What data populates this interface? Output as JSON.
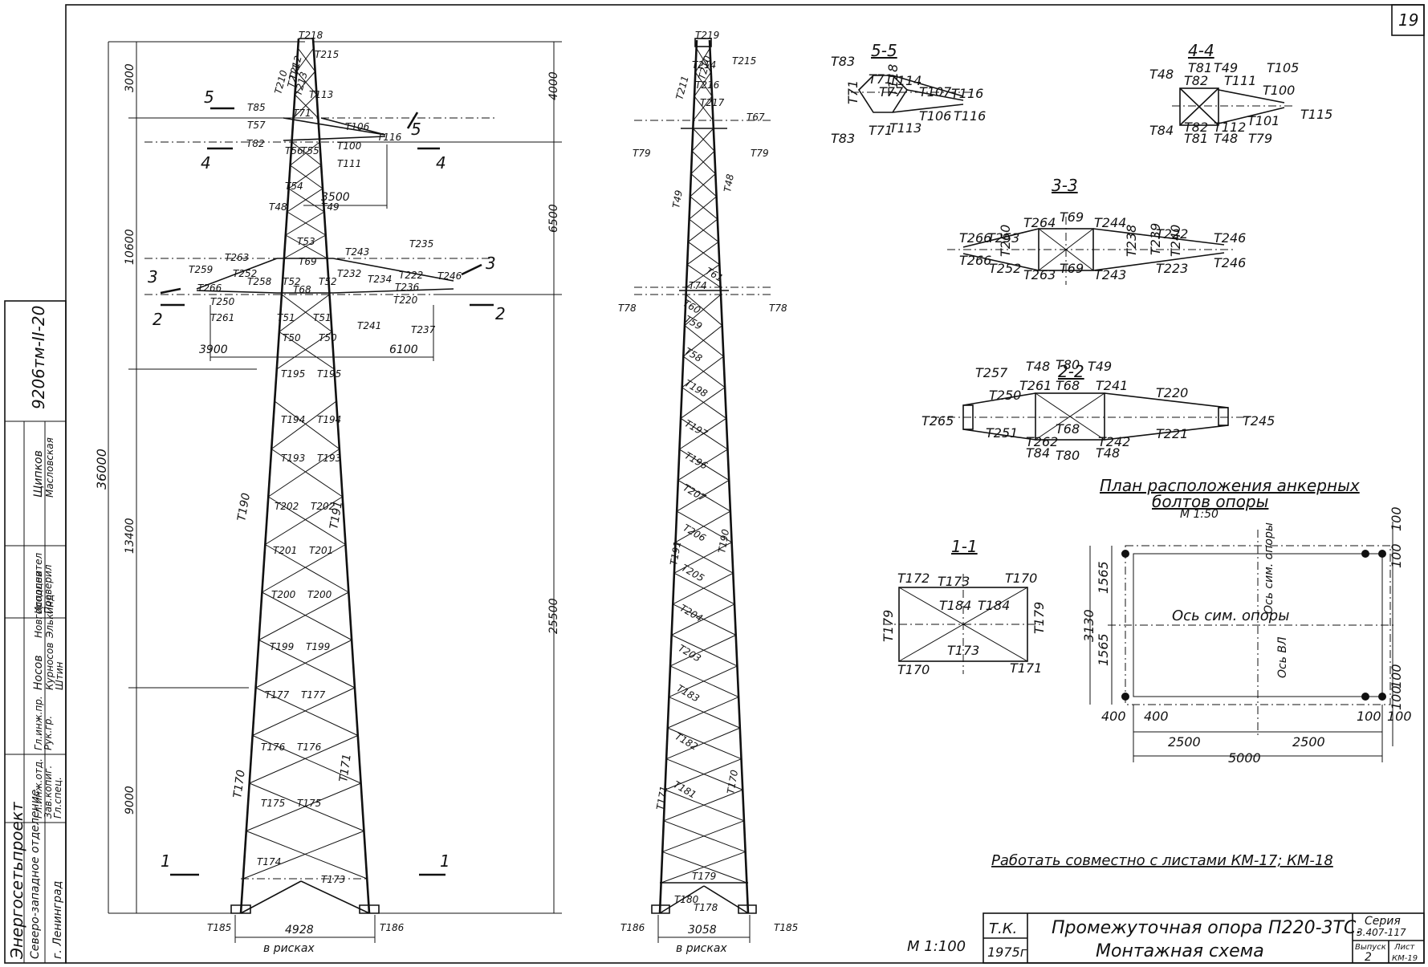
{
  "sheet": {
    "number": "19"
  },
  "left_tower": {
    "dims": [
      "3000",
      "10600",
      "36000",
      "13400",
      "9000",
      "4000",
      "6500",
      "25500",
      "3500",
      "3900",
      "6100"
    ],
    "base": {
      "width": "4928",
      "note": "в рисках"
    },
    "section_marks": [
      "5",
      "5",
      "4",
      "4",
      "3",
      "3",
      "2",
      "2",
      "1",
      "1"
    ],
    "parts": {
      "top": [
        "Т218",
        "Т215",
        "Т211",
        "Т210",
        "Т212",
        "Т213",
        "Т85",
        "Т113",
        "Т57",
        "Т71",
        "Т106",
        "Т116",
        "Т82",
        "Т100",
        "Т111",
        "Т56",
        "Т55",
        "Т54",
        "Т49",
        "Т48",
        "Т53"
      ],
      "arms": [
        "Т263",
        "Т69",
        "Т243",
        "Т235",
        "Т259",
        "Т222",
        "Т246",
        "Т266",
        "Т258",
        "Т232",
        "Т234",
        "Т220",
        "Т236",
        "Т68",
        "Т252",
        "Т250",
        "Т261",
        "Т241",
        "Т237"
      ],
      "body": [
        "Т52",
        "Т51",
        "Т50",
        "Т195",
        "Т194",
        "Т193",
        "Т202",
        "Т201",
        "Т200",
        "Т199",
        "Т177",
        "Т176",
        "Т175",
        "Т174",
        "Т173",
        "Т190",
        "Т191",
        "Т170",
        "Т171",
        "Т185",
        "Т186"
      ]
    }
  },
  "right_tower": {
    "base": {
      "width": "3058",
      "note": "в рисках"
    },
    "parts": {
      "top": [
        "Т219",
        "Т215",
        "Т211",
        "Т210",
        "Т214",
        "Т216",
        "Т217",
        "Т67",
        "Т79",
        "Т79"
      ],
      "body": [
        "Т49",
        "Т48",
        "Т78",
        "Т78",
        "Т74",
        "Т61",
        "Т60",
        "Т59",
        "Т58",
        "Т198",
        "Т197",
        "Т196",
        "Т207",
        "Т206",
        "Т205",
        "Т204",
        "Т203",
        "Т183",
        "Т182",
        "Т181",
        "Т191",
        "Т190",
        "Т171",
        "Т170",
        "Т179",
        "Т180",
        "Т178",
        "Т186",
        "Т185"
      ]
    }
  },
  "sections": {
    "s55": {
      "title": "5-5",
      "labels": [
        "Т83",
        "Т71",
        "Т114",
        "Т107",
        "Т116",
        "Т118",
        "Т106",
        "Т116",
        "Т113",
        "Т71",
        "Т83",
        "Т77",
        "Т71"
      ]
    },
    "s44": {
      "title": "4-4",
      "labels": [
        "Т48",
        "Т81",
        "Т49",
        "Т105",
        "Т82",
        "Т111",
        "Т100",
        "Т115",
        "Т84",
        "Т82",
        "Т112",
        "Т101",
        "Т81",
        "Т48",
        "Т79"
      ]
    },
    "s33": {
      "title": "3-3",
      "labels": [
        "Т264",
        "Т69",
        "Т244",
        "Т266",
        "Т253",
        "Т222",
        "Т246",
        "Т260",
        "Т238",
        "Т239",
        "Т240",
        "Т266",
        "Т252",
        "Т223",
        "Т246",
        "Т263",
        "Т69",
        "Т243"
      ]
    },
    "s22": {
      "title": "2-2",
      "labels": [
        "Т257",
        "Т48",
        "Т80",
        "Т49",
        "Т250",
        "Т261",
        "Т68",
        "Т241",
        "Т220",
        "Т265",
        "Т245",
        "Т251",
        "Т262",
        "Т68",
        "Т242",
        "Т221",
        "Т84",
        "Т80",
        "Т48"
      ]
    },
    "s11": {
      "title": "1-1",
      "labels": [
        "Т172",
        "Т173",
        "Т170",
        "Т184",
        "Т184",
        "Т179",
        "Т179",
        "Т173",
        "Т170",
        "Т171"
      ]
    }
  },
  "anchor_plan": {
    "title_line1": "План расположения анкерных",
    "title_line2": "болтов опоры",
    "scale": "М 1:50",
    "axis_h": "Ось сим. опоры",
    "axis_v1": "Ось сим. опоры",
    "axis_v2": "Ось ВЛ",
    "dims": [
      "100",
      "100",
      "1565",
      "3130",
      "1565",
      "100",
      "100",
      "400",
      "400",
      "100",
      "100",
      "2500",
      "2500",
      "5000"
    ]
  },
  "note": "Работать совместно с листами КМ-17; КМ-18",
  "scale_main": "М 1:100",
  "title_block": {
    "code": "Т.К.",
    "year": "1975г",
    "title1": "Промежуточная опора П220-3ТС.",
    "title2": "Монтажная схема",
    "series_label": "Серия",
    "series_value": "3.407-117",
    "issue_label": "Выпуск",
    "issue_value": "2",
    "sheet_label": "Лист",
    "sheet_value": "КМ-19"
  },
  "side_stamp": {
    "doc_no": "9206тм-II-20",
    "org1": "Энергосетьпроект",
    "org2": "Северо-западное отделение",
    "city": "г. Ленинград",
    "roles": [
      "Гл.инж.отд.",
      "Зав.копиг.",
      "Гл.спец.",
      "Гл.инж.пр.",
      "Рук.гр.",
      "Исполнител",
      "Проверил"
    ],
    "names": [
      "Носов",
      "Курносов",
      "Штин",
      "Новгородцев",
      "Элькинд",
      "Щипков",
      "Масловская"
    ]
  }
}
